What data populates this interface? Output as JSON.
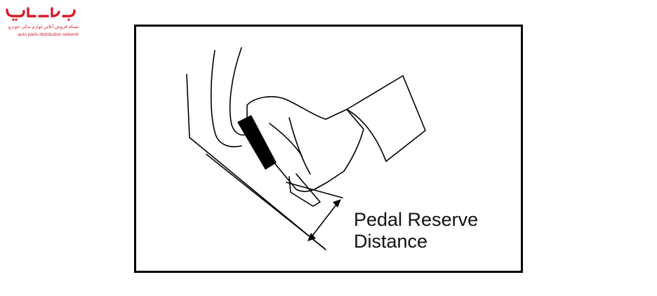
{
  "logo": {
    "wordmark": "یدکـــ یار",
    "tagline_fa": "شبکه فروش آنلاین لوازم یدکی خودرو",
    "tagline_en": "auto parts distribution network",
    "brand_color": "#d81b2a"
  },
  "figure": {
    "label_line1": "Pedal Reserve",
    "label_line2": "Distance"
  }
}
